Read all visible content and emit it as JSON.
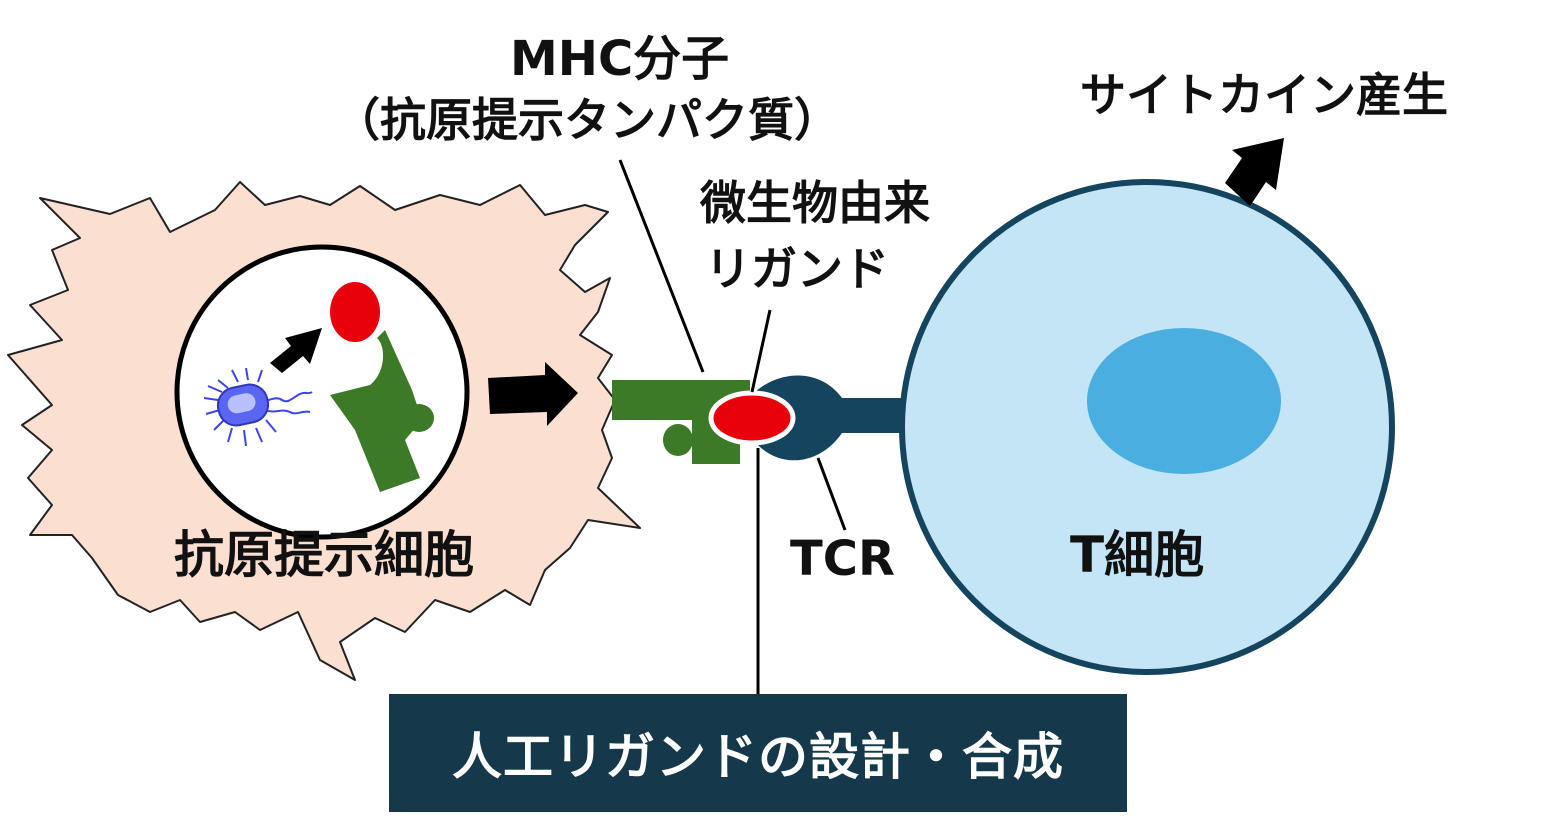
{
  "labels": {
    "mhc_line1": "MHC分子",
    "mhc_line2": "（抗原提示タンパク質）",
    "ligand_line1": "微生物由来",
    "ligand_line2": "リガンド",
    "cytokine": "サイトカイン産生",
    "apc": "抗原提示細胞",
    "tcr": "TCR",
    "tcell": "T細胞",
    "banner": "人工リガンドの設計・合成"
  },
  "colors": {
    "apc_fill": "#fbe0d2",
    "mhc_green": "#3c7a27",
    "ligand_red": "#e8000b",
    "tcr_navy": "#15445e",
    "tcell_fill": "#c3e5f6",
    "tcell_nucleus": "#4aaee0",
    "banner_bg": "#15384a",
    "bacterium_blue": "#4a55f0"
  },
  "icons": [
    "bacterium-icon",
    "arrow-icon"
  ]
}
